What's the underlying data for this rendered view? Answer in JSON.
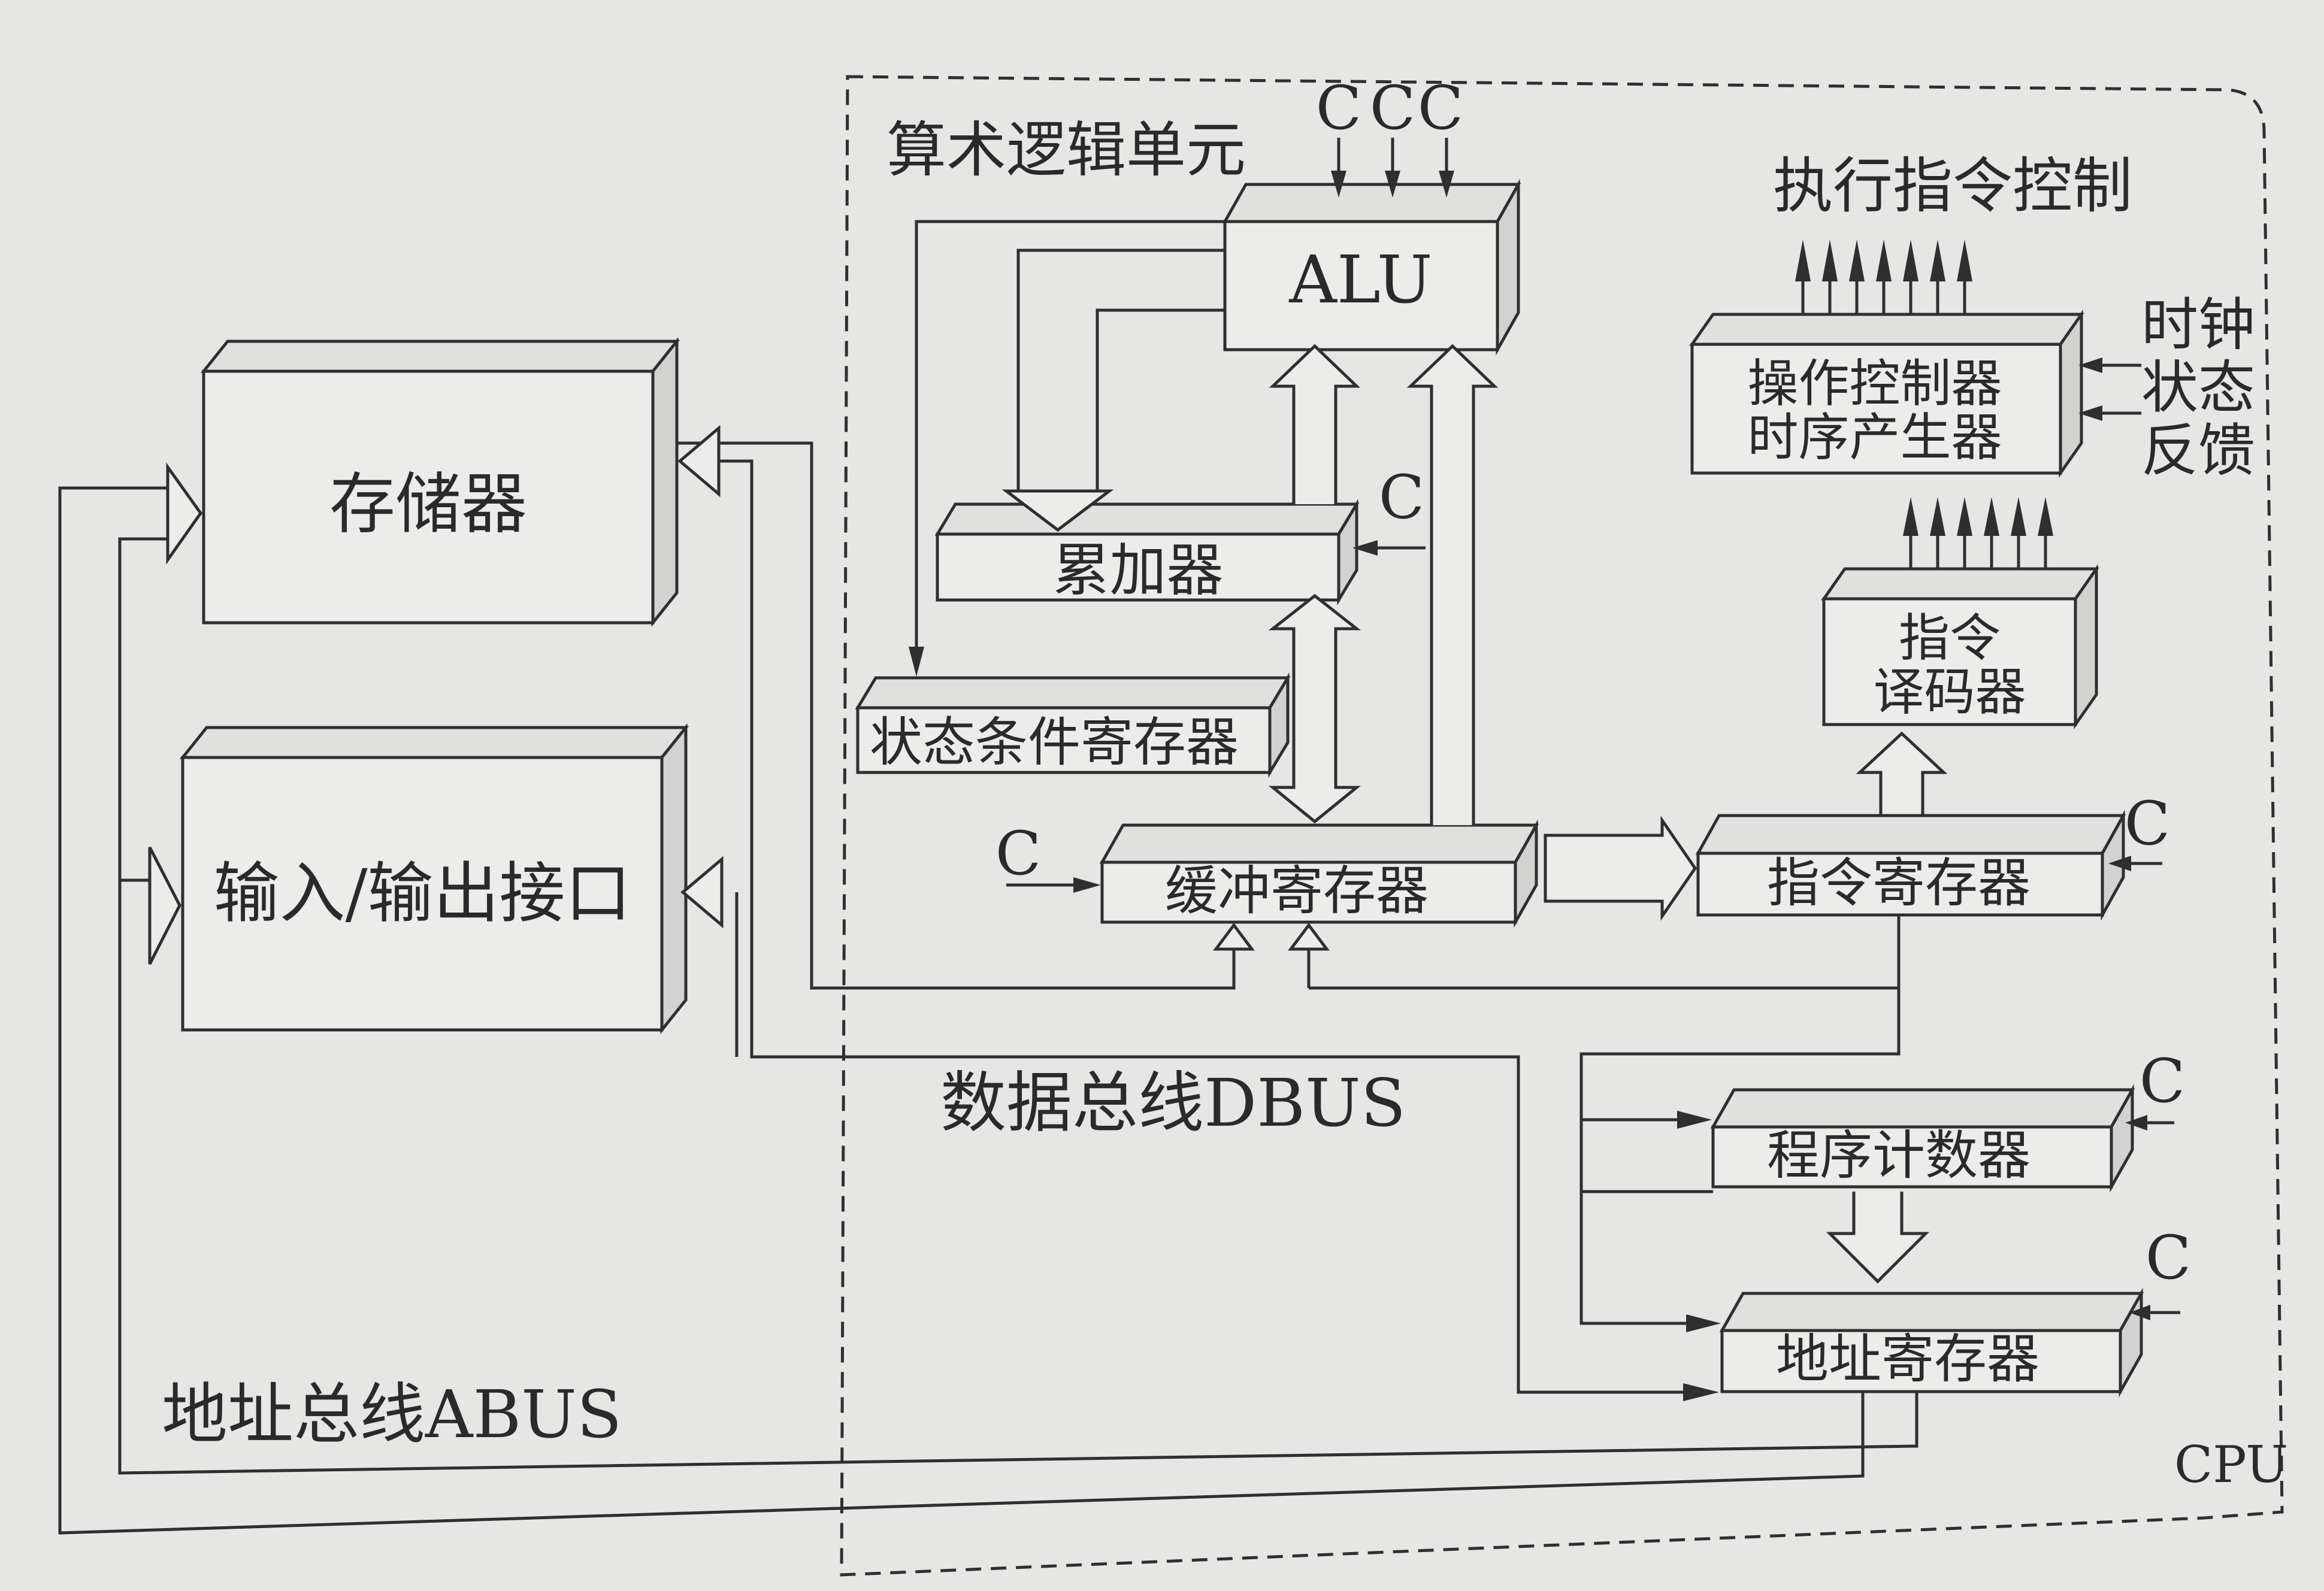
{
  "cpu_label": "CPU",
  "alu_section_label": "算术逻辑单元",
  "control_section_label": "执行指令控制",
  "data_bus_label": "数据总线DBUS",
  "address_bus_label": "地址总线ABUS",
  "control_signal": "C",
  "alu_inputs": [
    "C",
    "C",
    "C"
  ],
  "side_inputs_label": [
    "时钟",
    "状态",
    "反馈"
  ],
  "components": {
    "memory": "存储器",
    "io_interface": "输入/输出接口",
    "alu": "ALU",
    "accumulator": "累加器",
    "status_register": "状态条件寄存器",
    "buffer_register": "缓冲寄存器",
    "instruction_register": "指令寄存器",
    "instruction_decoder": [
      "指令",
      "译码器"
    ],
    "operation_controller": [
      "操作控制器",
      "时序产生器"
    ],
    "program_counter": "程序计数器",
    "address_register": "地址寄存器"
  }
}
